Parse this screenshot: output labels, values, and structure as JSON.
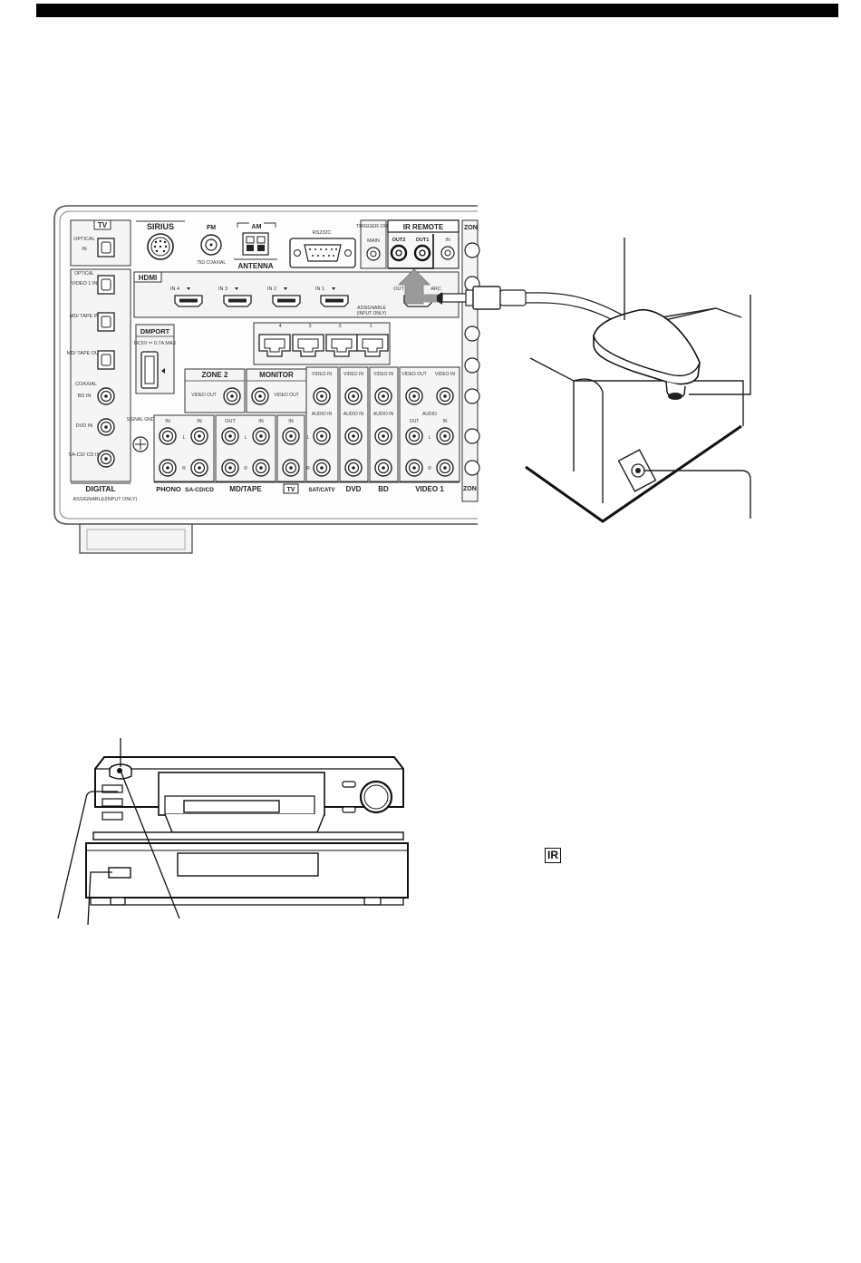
{
  "receiver_panel": {
    "tv": "TV",
    "optical": "OPTICAL",
    "in": "IN",
    "sirius": "SIRIUS",
    "fm": "FM",
    "fm_note": "75Ω COAXIAL",
    "am": "AM",
    "antenna": "ANTENNA",
    "rs232c": "RS232C",
    "trigger_out": "TRIGGER OUT",
    "main": "MAIN",
    "ir_remote": "IR REMOTE",
    "out2": "OUT2",
    "out1": "OUT1",
    "zone_cut": "ZON",
    "hdmi": "HDMI",
    "in4": "IN 4",
    "in3": "IN 3",
    "in2": "IN 2",
    "in1": "IN 1",
    "out": "OUT",
    "arc": "ARC",
    "assignable": "ASSIGNABLE",
    "input_only": "(INPUT ONLY)",
    "video1_in": "VIDEO 1 IN",
    "md_tape_in": "MD/ TAPE IN",
    "md_tape_out": "MD/ TAPE OUT",
    "coaxial": "COAXIAL",
    "bd_in": "BD IN",
    "dvd_in": "DVD IN",
    "sacd_cd_in": "SA-CD/ CD IN",
    "digital": "DIGITAL",
    "assignable_input_only": "ASSIGNABLE(INPUT ONLY)",
    "dmport": "DMPORT",
    "dmport_spec": "DC5V ⎓ 0.7A MAX",
    "lan_1": "1",
    "lan_3a": "3",
    "lan_3b": "3",
    "lan_4": "4",
    "zone2": "ZONE 2",
    "monitor": "MONITOR",
    "video_out": "VIDEO OUT",
    "video_in": "VIDEO IN",
    "audio_in": "AUDIO IN",
    "audio": "AUDIO",
    "signal_gnd": "SIGNAL GND",
    "l": "L",
    "r": "R",
    "phono": "PHONO",
    "sacd_cd": "SA-CD/CD",
    "md_tape": "MD/TAPE",
    "tv_box": "TV",
    "sat_catv": "SAT/CATV",
    "dvd": "DVD",
    "bd": "BD",
    "video1": "VIDEO 1",
    "zon": "ZON"
  },
  "ir_symbol": "IR",
  "colors": {
    "line": "#222222",
    "panel_fill": "#f4f4f4",
    "highlight": "#9a9a9a"
  }
}
